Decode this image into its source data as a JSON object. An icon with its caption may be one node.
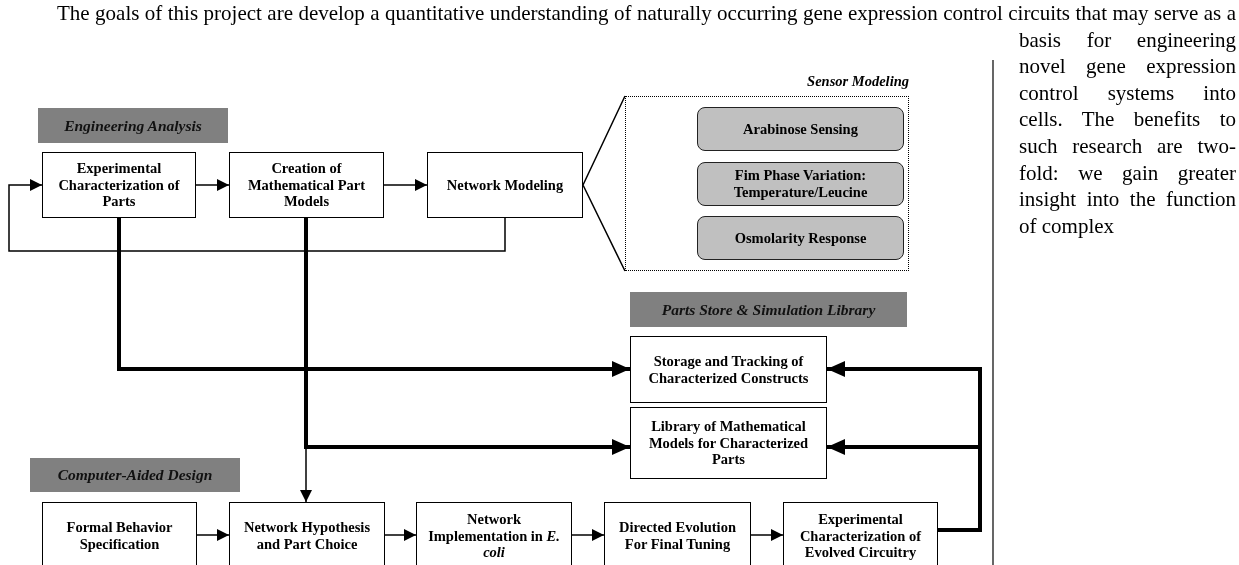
{
  "diagram": {
    "nodes": [
      {
        "text": [
          "Engineering Analysis"
        ]
      },
      {
        "text": [
          "Experimental Characterization of Parts"
        ]
      },
      {
        "text": [
          "Creation of Mathematical Part Models"
        ]
      },
      {
        "text": [
          "Network Modeling"
        ]
      },
      {
        "text": [
          "Sensor Modeling"
        ]
      },
      {
        "text": [
          "Arabinose Sensing"
        ],
        "in": 4
      },
      {
        "text": [
          "Fim Phase Variation: Temperature/Leucine"
        ],
        "in": 4
      },
      {
        "text": [
          "Osmolarity Response"
        ],
        "in": 4
      },
      {
        "text": [
          "Parts Store & Simulation Library"
        ]
      },
      {
        "text": [
          "Storage and Tracking of Characterized Constructs"
        ]
      },
      {
        "text": [
          "Library of Mathematical Models for Characterized Parts"
        ]
      },
      {
        "text": [
          "Computer-Aided Design"
        ]
      },
      {
        "text": [
          "Formal Behavior Specification"
        ]
      },
      {
        "text": [
          "Network Hypothesis and Part Choice"
        ]
      },
      {
        "text": [
          "Network Implementation in *E. coli*"
        ]
      },
      {
        "text": [
          "Directed Evolution For Final Tuning"
        ]
      },
      {
        "text": [
          "Experimental Characterization of Evolved Circuitry"
        ]
      }
    ],
    "edges": [
      {
        "from": 1,
        "to": 2,
        "arrow": "to"
      },
      {
        "from": 2,
        "to": 3,
        "arrow": "to"
      },
      {
        "from": 3,
        "to": 1,
        "arrow": "to"
      },
      {
        "from": 3,
        "to": 4,
        "arrow": "none"
      },
      {
        "from": 1,
        "to": 9,
        "arrow": "to",
        "style": "thick"
      },
      {
        "from": 2,
        "to": 10,
        "arrow": "to",
        "style": "thick"
      },
      {
        "from": 2,
        "to": 13,
        "arrow": "to"
      },
      {
        "from": 12,
        "to": 13,
        "arrow": "to"
      },
      {
        "from": 13,
        "to": 14,
        "arrow": "to"
      },
      {
        "from": 14,
        "to": 15,
        "arrow": "to"
      },
      {
        "from": 15,
        "to": 16,
        "arrow": "to"
      },
      {
        "from": 16,
        "to": 9,
        "arrow": "to",
        "style": "thick"
      },
      {
        "from": 16,
        "to": 10,
        "arrow": "to",
        "style": "thick"
      }
    ],
    "labels": [
      "The goals of this project are develop a quantitative understanding of naturally occurring gene expression control circuits that may serve as a basis for engineering novel gene expression control systems into cells. The benefits to such research are two-fold: we gain greater insight into the function of complex"
    ]
  }
}
